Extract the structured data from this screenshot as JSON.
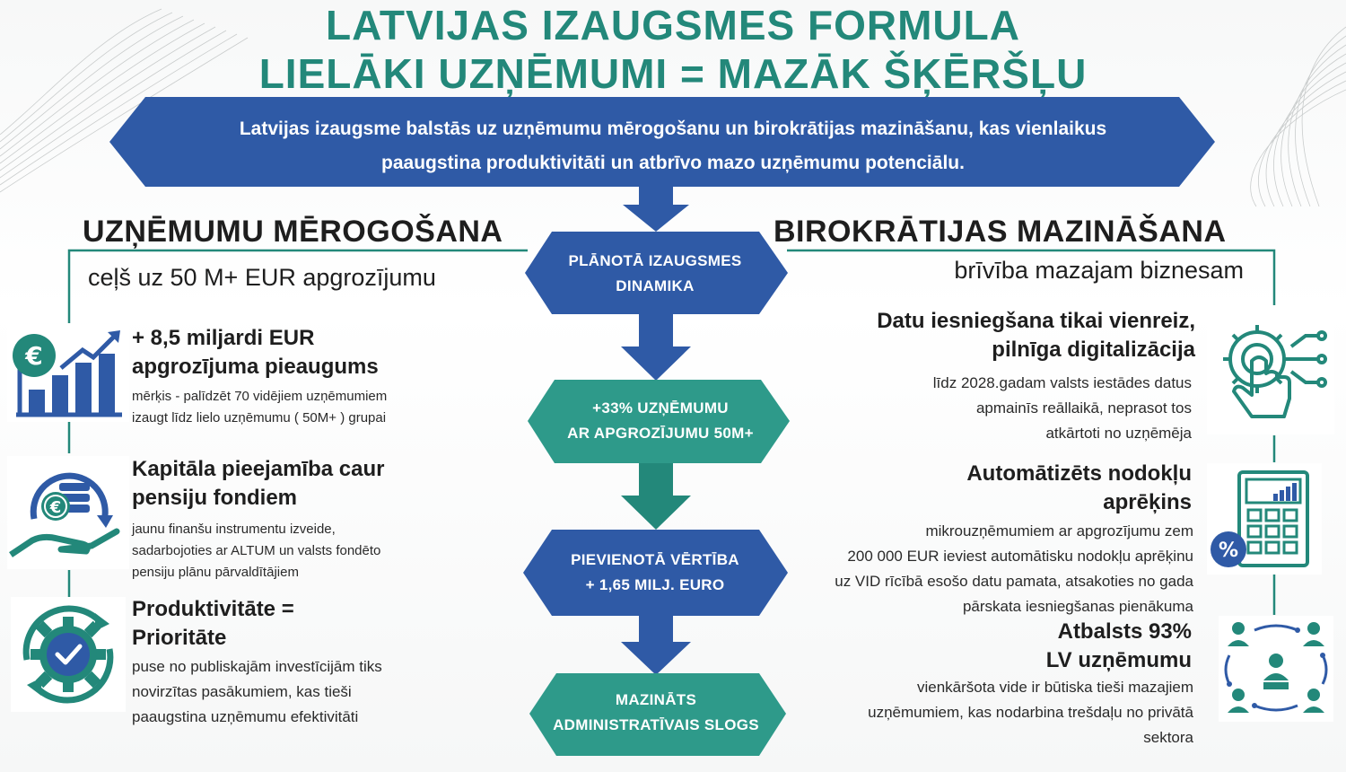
{
  "header": {
    "title_line1": "LATVIJAS IZAUGSMES FORMULA",
    "title_line2": "LIELĀKI UZŅĒMUMI = MAZĀK ŠĶĒRŠĻU",
    "banner_line1": "Latvijas izaugsme balstās uz uzņēmumu mērogošanu un birokrātijas mazināšanu, kas vienlaikus",
    "banner_line2": "paaugstina produktivitāti un atbrīvo mazo uzņēmumu potenciālu."
  },
  "left": {
    "title": "UZŅĒMUMU MĒROGOŠANA",
    "subtitle": "ceļš uz 50 M+ EUR apgrozījumu",
    "items": [
      {
        "title_line1": "+ 8,5 miljardi EUR",
        "title_line2": "apgrozījuma pieaugums",
        "desc_line1": "mērķis - palīdzēt 70 vidējiem uzņēmumiem",
        "desc_line2": "izaugt līdz lielo uzņēmumu ( 50M+ ) grupai",
        "icon": "euro-growth-chart-icon"
      },
      {
        "title_line1": "Kapitāla pieejamība caur",
        "title_line2": "pensiju fondiem",
        "desc_line1": "jaunu finanšu instrumentu izveide,",
        "desc_line2": "sadarbojoties ar ALTUM un valsts fondēto",
        "desc_line3": "pensiju plānu pārvaldītājiem",
        "icon": "hand-coins-icon"
      },
      {
        "title_line1": "Produktivitāte =",
        "title_line2": "Prioritāte",
        "desc_line1": "puse no publiskajām investīcijām tiks",
        "desc_line2": "novirzītas pasākumiem, kas tieši",
        "desc_line3": "paaugstina uzņēmumu efektivitāti",
        "icon": "gear-check-icon"
      }
    ]
  },
  "center": {
    "steps": [
      {
        "line1": "PLĀNOTĀ IZAUGSMES",
        "line2": "DINAMIKA"
      },
      {
        "line1": "+33% UZŅĒMUMU",
        "line2": "AR APGROZĪJUMU 50M+"
      },
      {
        "line1": "PIEVIENOTĀ VĒRTĪBA",
        "line2": "+ 1,65 MILJ. EURO"
      },
      {
        "line1": "MAZINĀTS",
        "line2": "ADMINISTRATĪVAIS SLOGS"
      }
    ]
  },
  "right": {
    "title": "BIROKRĀTIJAS MAZINĀŠANA",
    "subtitle": "brīvība mazajam biznesam",
    "items": [
      {
        "title_line1": "Datu iesniegšana tikai vienreiz,",
        "title_line2": "pilnīga digitalizācija",
        "desc_line1": "līdz 2028.gadam valsts iestādes datus",
        "desc_line2": "apmainīs reāllaikā, neprasot tos",
        "desc_line3": "atkārtoti no uzņēmēja",
        "icon": "digital-gear-hand-icon"
      },
      {
        "title_line1": "Automātizēts nodokļu",
        "title_line2": "aprēķins",
        "desc_line1": "mikrouzņēmumiem ar apgrozījumu zem",
        "desc_line2": "200 000 EUR ieviest automātisku nodokļu aprēķinu",
        "desc_line3": "uz VID rīcībā esošo datu pamata, atsakoties no gada",
        "desc_line4": "pārskata iesniegšanas pienākuma",
        "icon": "tax-calculator-icon"
      },
      {
        "title_line1": "Atbalsts 93%",
        "title_line2": "LV uzņēmumu",
        "desc_line1": "vienkāršota vide ir būtiska tieši mazajiem",
        "desc_line2": "uzņēmumiem, kas nodarbina trešdaļu no privātā",
        "desc_line3": "sektora",
        "icon": "business-network-icon"
      }
    ]
  },
  "colors": {
    "teal": "#23887a",
    "dark_teal": "#1f6f61",
    "blue": "#2f5aa6",
    "text": "#1e1e1e"
  }
}
